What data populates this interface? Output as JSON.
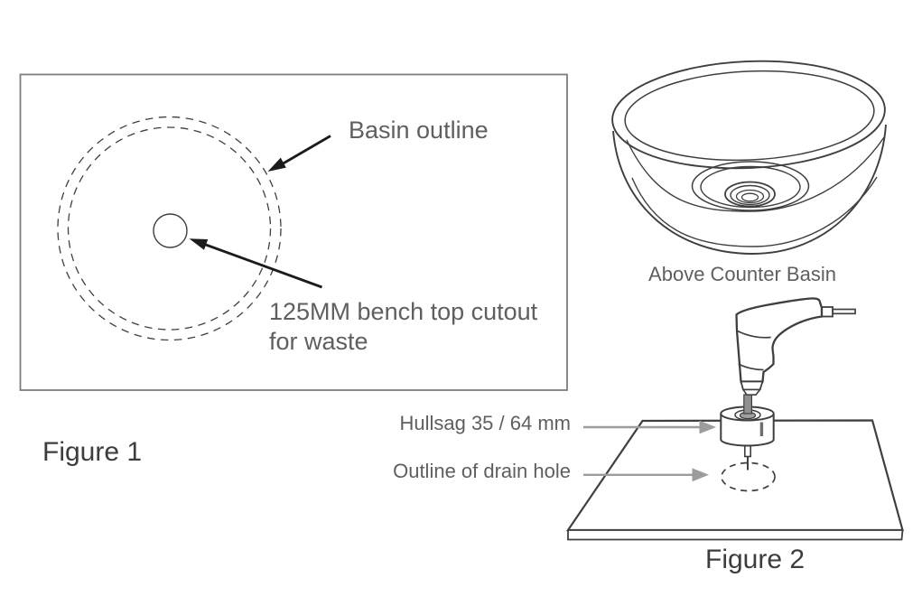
{
  "figure1": {
    "caption": "Figure 1",
    "labels": {
      "basin_outline": "Basin outline",
      "cutout_line1": "125MM bench top cutout",
      "cutout_line2": "for waste"
    }
  },
  "above_counter_basin": {
    "caption": "Above Counter Basin"
  },
  "figure2": {
    "caption": "Figure 2",
    "labels": {
      "holesaw": "Hullsag 35 / 64 mm",
      "drain_outline": "Outline of drain hole"
    }
  },
  "icons": {
    "black_arrow": "arrow-pointer",
    "gray_arrow": "arrow-pointer"
  },
  "colors": {
    "background": "#ffffff",
    "line_art": "#3f3f3f",
    "label_text": "#5f5f5f",
    "caption_text": "#3d3d3d",
    "black_arrow": "#1c1c1c",
    "gray_arrow": "#9c9c9c",
    "figure1_border": "#7d7d7d",
    "shaft_fill": "#909090"
  }
}
